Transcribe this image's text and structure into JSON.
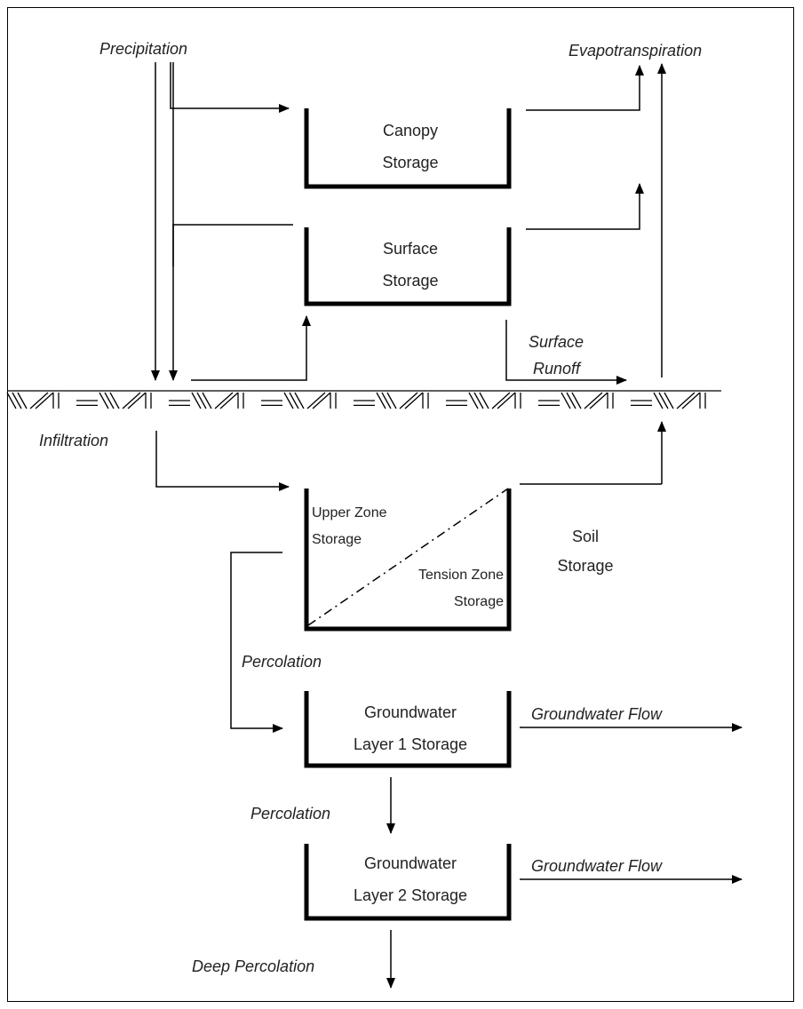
{
  "flows": {
    "precipitation": "Precipitation",
    "evapotranspiration": "Evapotranspiration",
    "surface_runoff_line1": "Surface",
    "surface_runoff_line2": "Runoff",
    "infiltration": "Infiltration",
    "percolation_1": "Percolation",
    "percolation_2": "Percolation",
    "groundwater_flow_1": "Groundwater Flow",
    "groundwater_flow_2": "Groundwater Flow",
    "deep_percolation": "Deep Percolation"
  },
  "storages": {
    "canopy_line1": "Canopy",
    "canopy_line2": "Storage",
    "surface_line1": "Surface",
    "surface_line2": "Storage",
    "upper_zone_line1": "Upper Zone",
    "upper_zone_line2": "Storage",
    "tension_zone_line1": "Tension Zone",
    "tension_zone_line2": "Storage",
    "soil_line1": "Soil",
    "soil_line2": "Storage",
    "gw1_line1": "Groundwater",
    "gw1_line2": "Layer 1 Storage",
    "gw2_line1": "Groundwater",
    "gw2_line2": "Layer 2 Storage"
  }
}
